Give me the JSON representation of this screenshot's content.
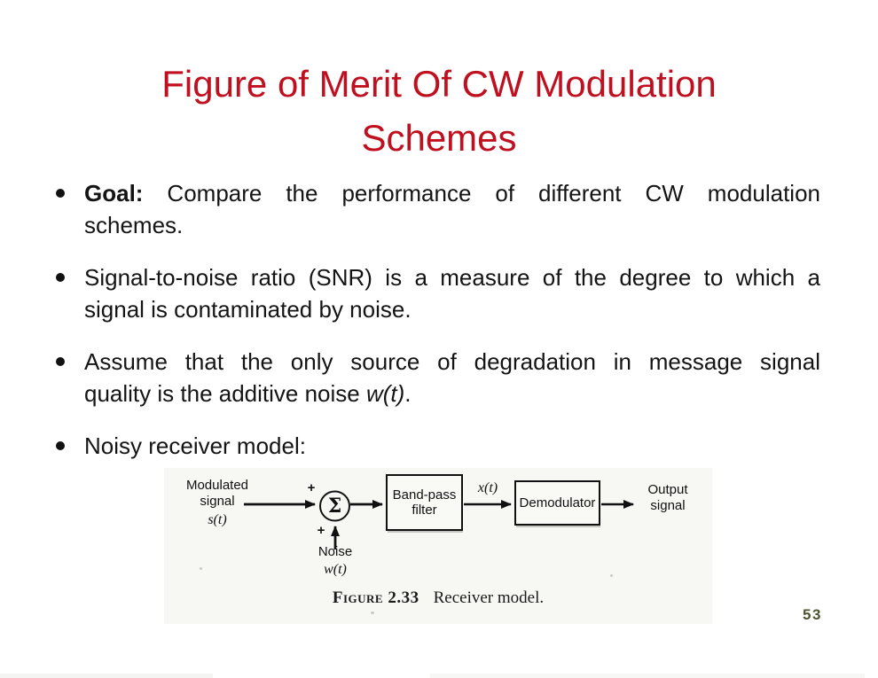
{
  "slide": {
    "title_line1": "Figure of Merit Of CW Modulation",
    "title_line2": "Schemes",
    "title_color": "#c01020",
    "page_number": "53",
    "page_number_color": "#4d5530",
    "text_color": "#141414"
  },
  "bullets": {
    "b1": {
      "bold": "Goal:",
      "line1": " Compare the performance of different CW modulation",
      "line2": "schemes."
    },
    "b2": {
      "line1": "Signal-to-noise ratio (SNR) is a measure of the degree to which a",
      "line2": "signal is contaminated by noise."
    },
    "b3": {
      "line1": "Assume that the only source of degradation in message signal",
      "line2_pre": "quality is the additive noise ",
      "line2_italic": "w(t)",
      "line2_post": "."
    },
    "b4": {
      "line1": "Noisy receiver model:"
    }
  },
  "diagram": {
    "input_label_line1": "Modulated",
    "input_label_line2": "signal",
    "input_signal_math": "s(t)",
    "plus_top": "+",
    "plus_bottom": "+",
    "sigma": "Σ",
    "noise_label": "Noise",
    "noise_signal_math": "w(t)",
    "bandpass_line1": "Band-pass",
    "bandpass_line2": "filter",
    "x_signal_math": "x(t)",
    "demodulator_label": "Demodulator",
    "output_label_line1": "Output",
    "output_label_line2": "signal",
    "caption_figure": "Figure 2.33",
    "caption_text": "Receiver model."
  }
}
